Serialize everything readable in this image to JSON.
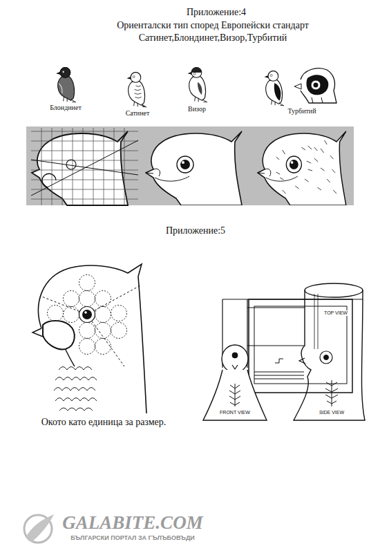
{
  "diagram": {
    "title": "Ориенталски тип според Европейски стандарт",
    "caption": "Окото като единица за размер.",
    "labels": [
      "Приложение:4",
      "Сатинет,Блондинет,Визор,Турбитий",
      "Блондинет",
      "Сатинет",
      "Визор",
      "Турбитий",
      "Приложение:5",
      "TOP VIEW",
      "FRONT VIEW",
      "SIDE VIEW",
      "GALABITE.COM",
      "БЪЛГАРСКИ ПОРТАЛ ЗА ГЪЛЪБОВЪДИ"
    ]
  }
}
